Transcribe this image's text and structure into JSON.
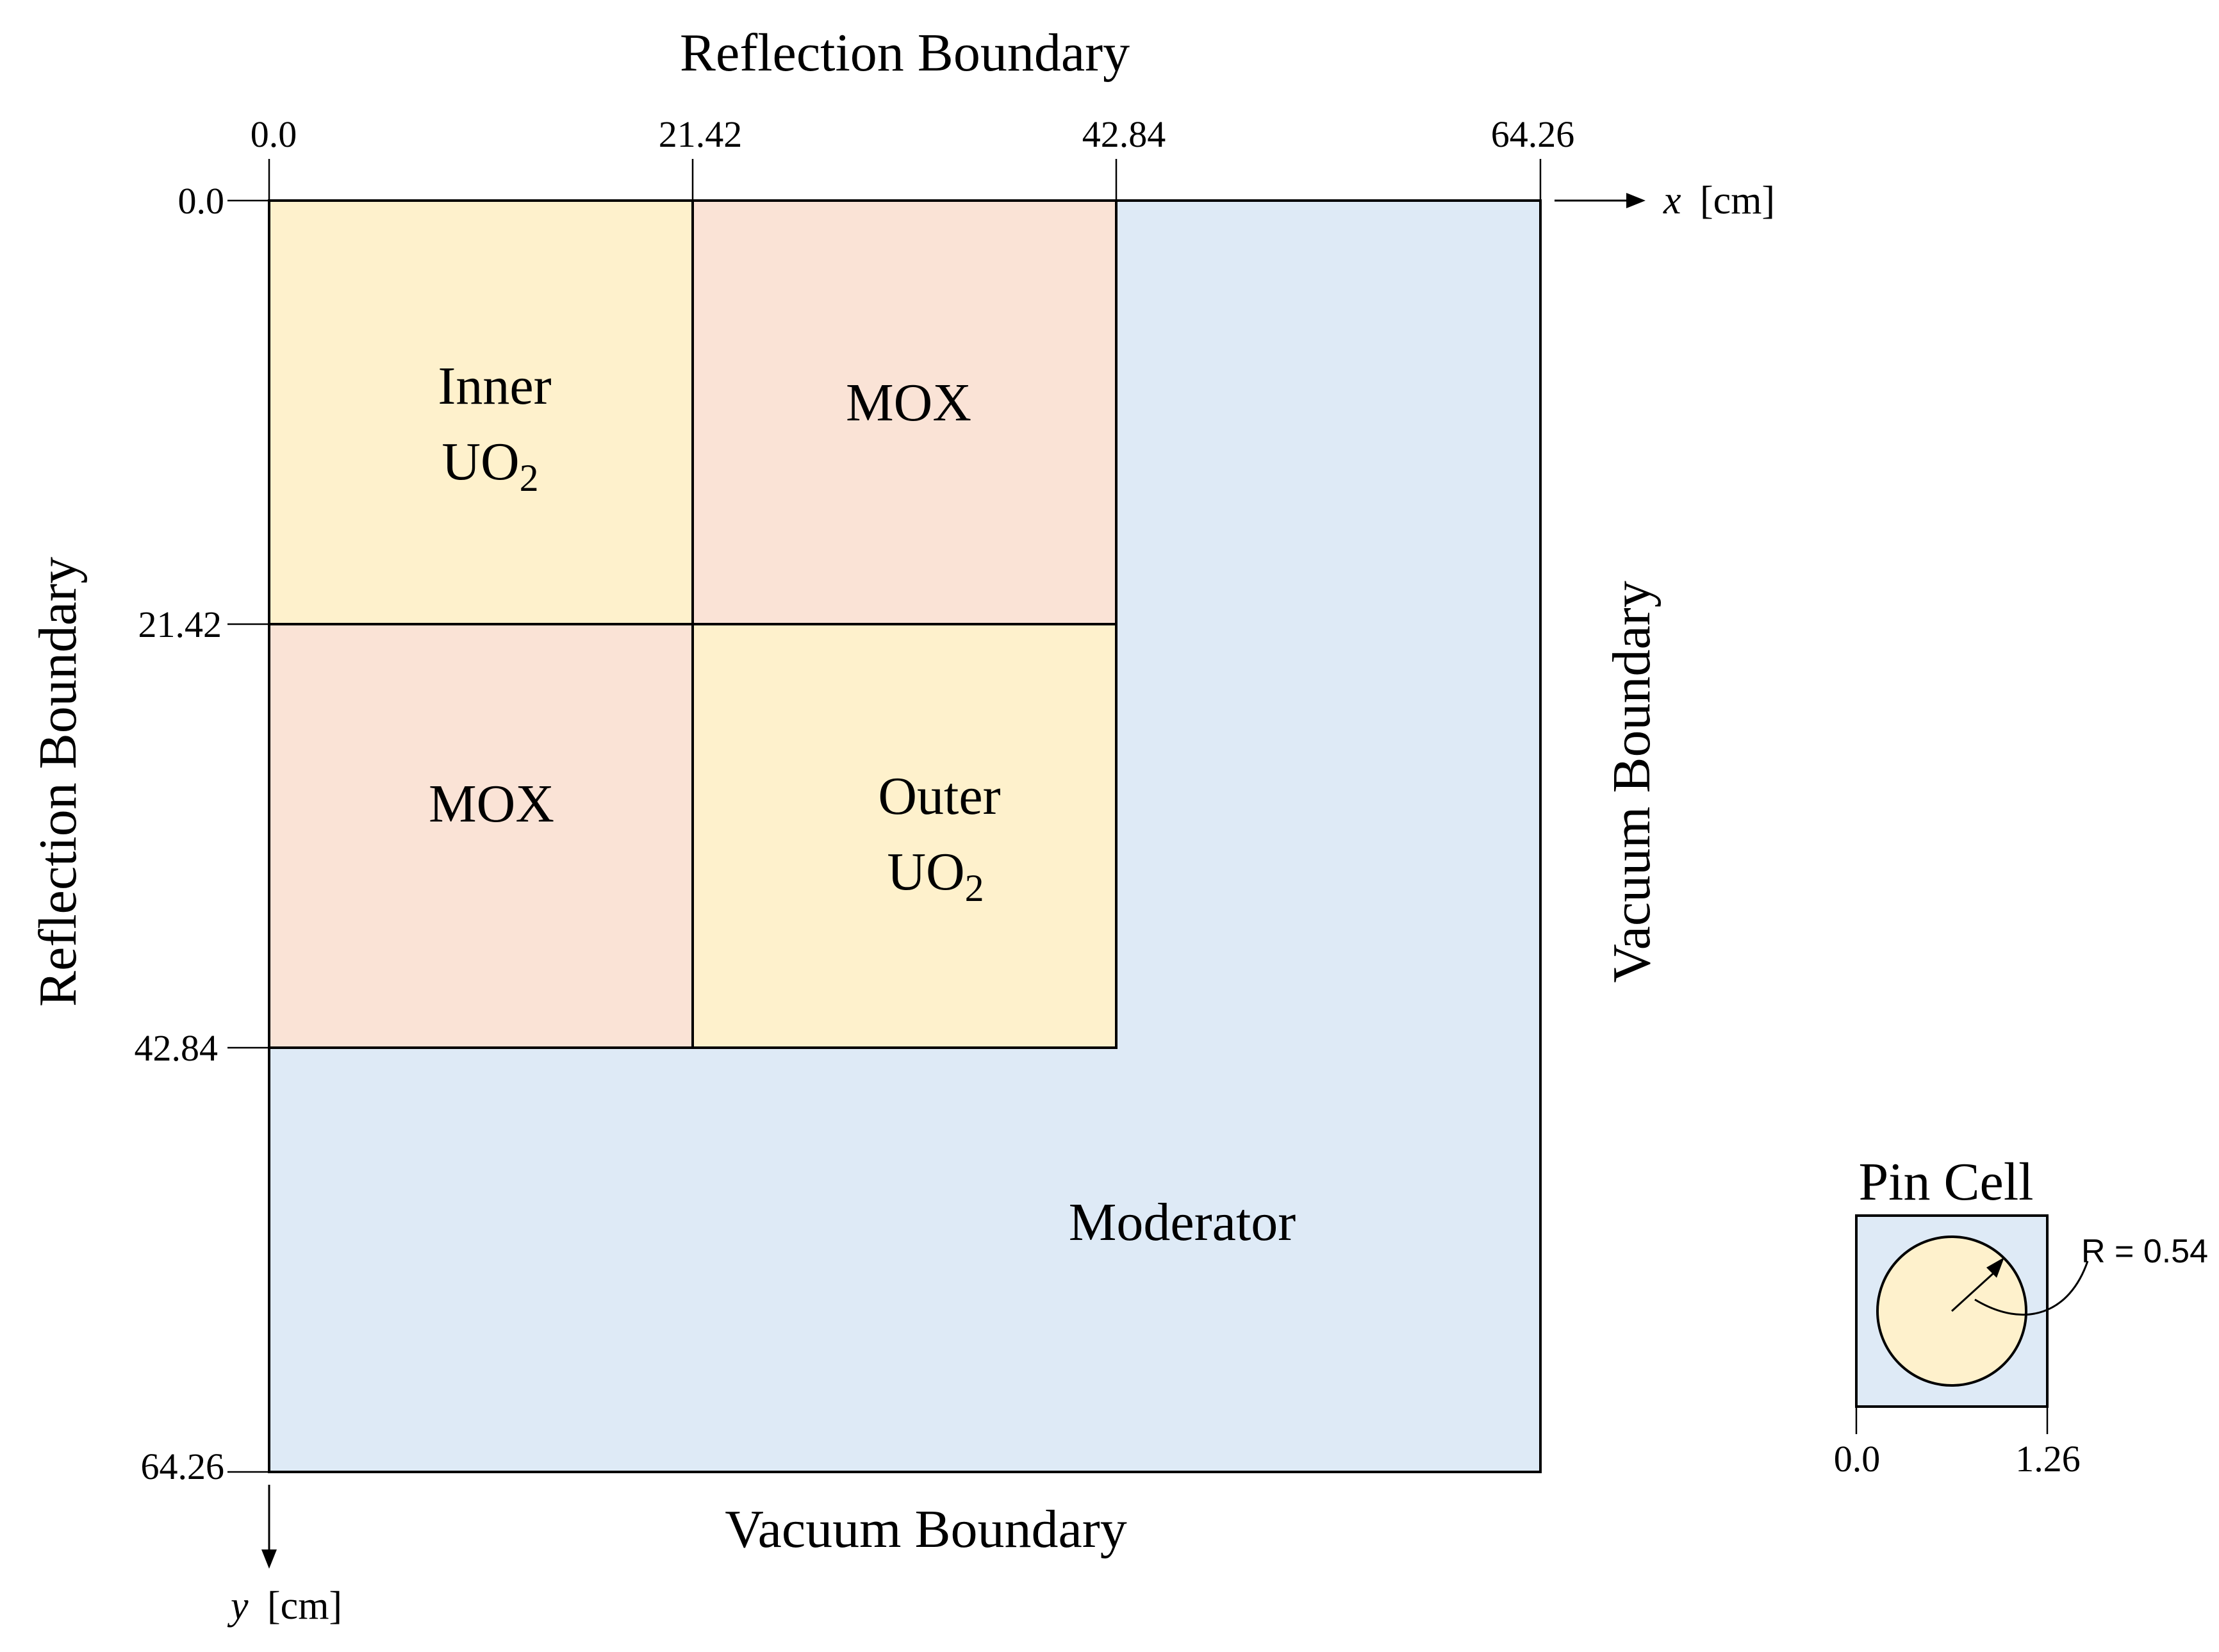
{
  "boundaries": {
    "top": "Reflection Boundary",
    "left": "Reflection Boundary",
    "right": "Vacuum Boundary",
    "bottom": "Vacuum Boundary"
  },
  "axes": {
    "x_label_var": "x",
    "x_label_unit": "[cm]",
    "y_label_var": "y",
    "y_label_unit": "[cm]",
    "x_ticks": [
      "0.0",
      "21.42",
      "42.84",
      "64.26"
    ],
    "y_ticks": [
      "0.0",
      "21.42",
      "42.84",
      "64.26"
    ]
  },
  "regions": {
    "inner_uo2": {
      "line1": "Inner",
      "base": "UO",
      "sub": "2"
    },
    "mox_top": {
      "label": "MOX"
    },
    "mox_left": {
      "label": "MOX"
    },
    "outer_uo2": {
      "line1": "Outer",
      "base": "UO",
      "sub": "2"
    },
    "moderator": {
      "label": "Moderator"
    }
  },
  "pin_cell": {
    "title": "Pin Cell",
    "radius_label": "R = 0.54",
    "ticks": [
      "0.0",
      "1.26"
    ]
  },
  "colors": {
    "uo2": "#fef1cc",
    "mox": "#fae3d6",
    "moderator": "#deeaf6",
    "line": "#000000"
  }
}
